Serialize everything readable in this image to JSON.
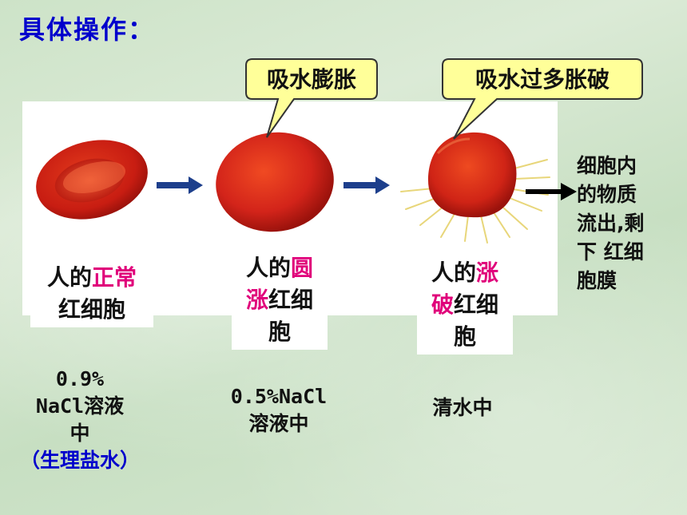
{
  "title": "具体操作：",
  "callouts": {
    "swell": "吸水膨胀",
    "burst": "吸水过多胀破"
  },
  "cells": {
    "normal": {
      "label_pre": "人的",
      "label_hl": "正常",
      "label_post": "红细胞"
    },
    "round": {
      "label_pre": "人的",
      "label_hl1": "圆",
      "label_hl2": "涨",
      "label_post1": "红细",
      "label_post2": "胞"
    },
    "burst": {
      "label_pre": "人的",
      "label_hl1": "涨",
      "label_hl2": "破",
      "label_post1": "红细",
      "label_post2": "胞"
    }
  },
  "conditions": {
    "normal_line1": "0.9%",
    "normal_line2": "NaCl溶液",
    "normal_line3": "中",
    "normal_note": "（生理盐水）",
    "round_line1": "0.5%NaCl",
    "round_line2": "溶液中",
    "burst_line1": "清水中"
  },
  "outflow": [
    "细胞内",
    "的物质",
    "流出,剩",
    "下 红细",
    "胞膜"
  ],
  "colors": {
    "title": "#0000cc",
    "highlight": "#e0007a",
    "callout": "#ffff99",
    "arrow_blue": "#1d3f8c"
  }
}
